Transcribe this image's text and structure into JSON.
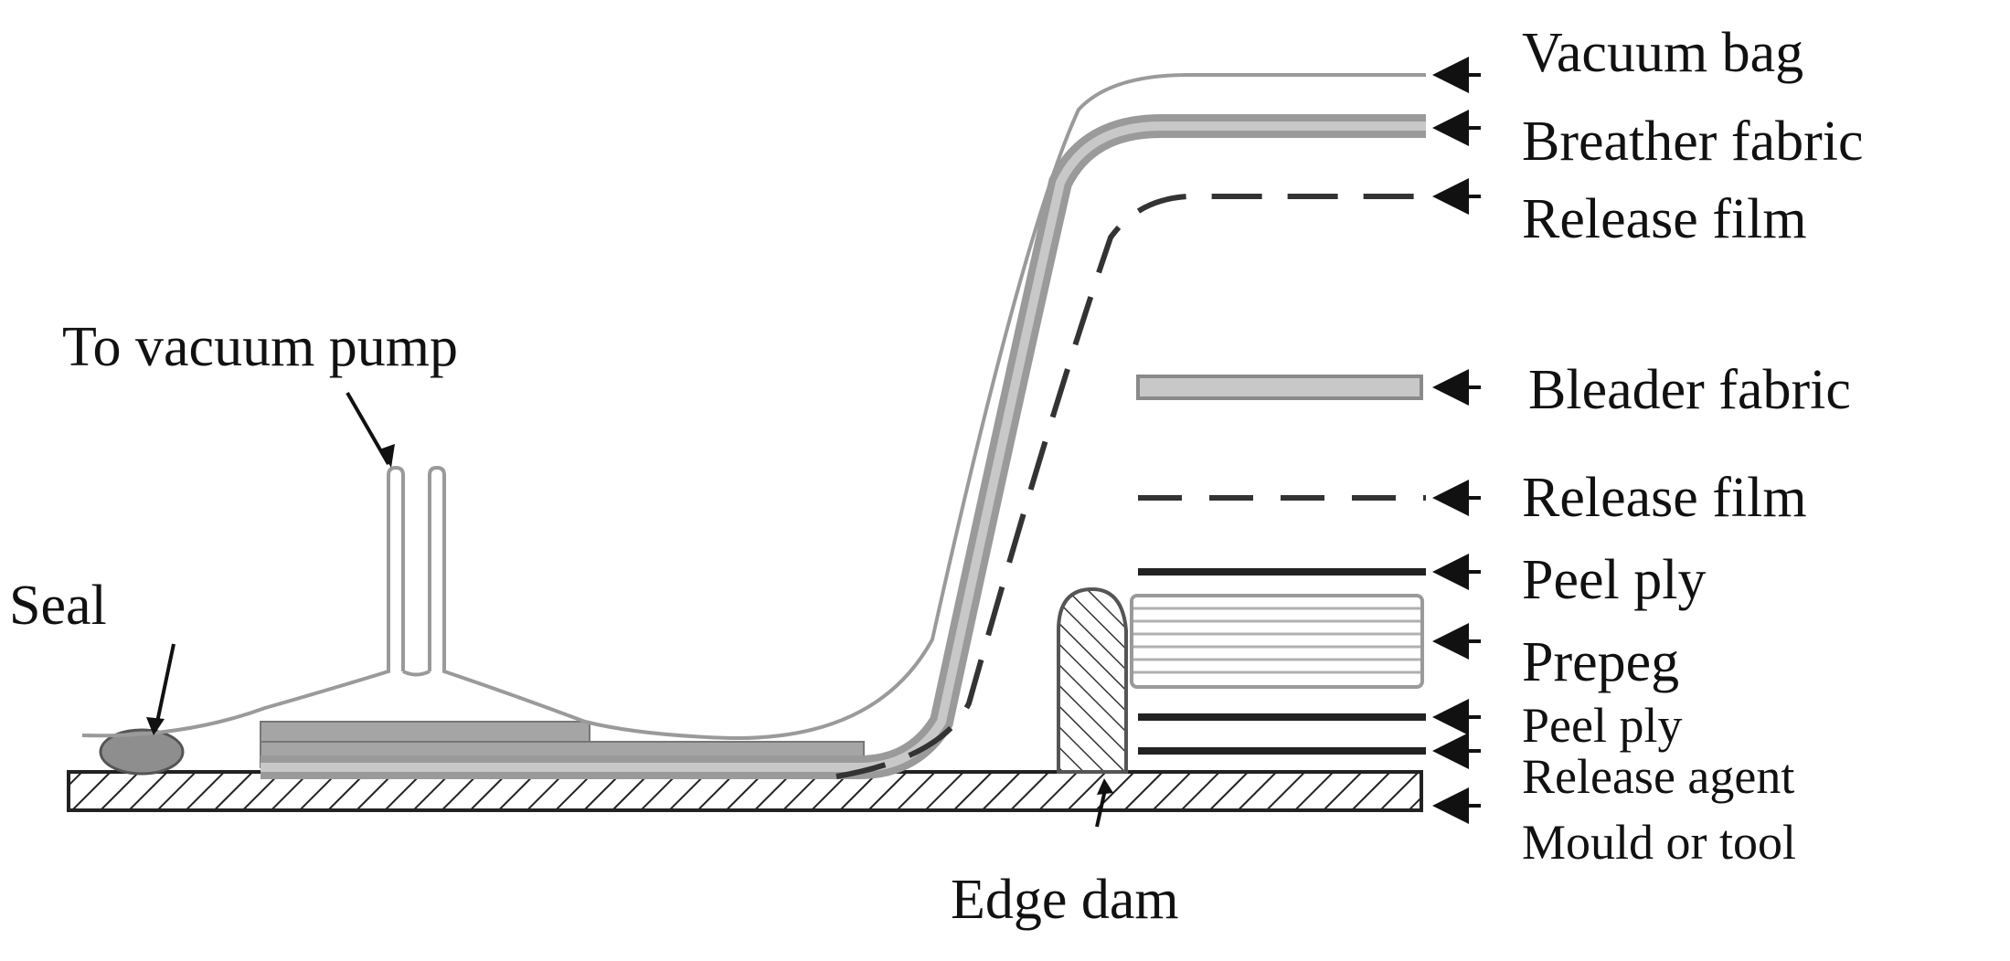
{
  "labels": {
    "vacuum_bag": "Vacuum bag",
    "breather_fabric": "Breather fabric",
    "release_film_top": "Release film",
    "bleader_fabric": "Bleader fabric",
    "release_film_mid": "Release film",
    "peel_ply_top": "Peel ply",
    "prepeg": "Prepeg",
    "peel_ply_bottom": "Peel ply",
    "release_agent": "Release agent",
    "mould_or_tool": "Mould or tool",
    "to_vacuum_pump": "To vacuum pump",
    "seal": "Seal",
    "edge_dam": "Edge dam"
  },
  "colors": {
    "ink": "#111111",
    "gray_layer": "#9a9a9a",
    "light_gray": "#bdbdbd",
    "seal_fill": "#8e8e8e"
  }
}
